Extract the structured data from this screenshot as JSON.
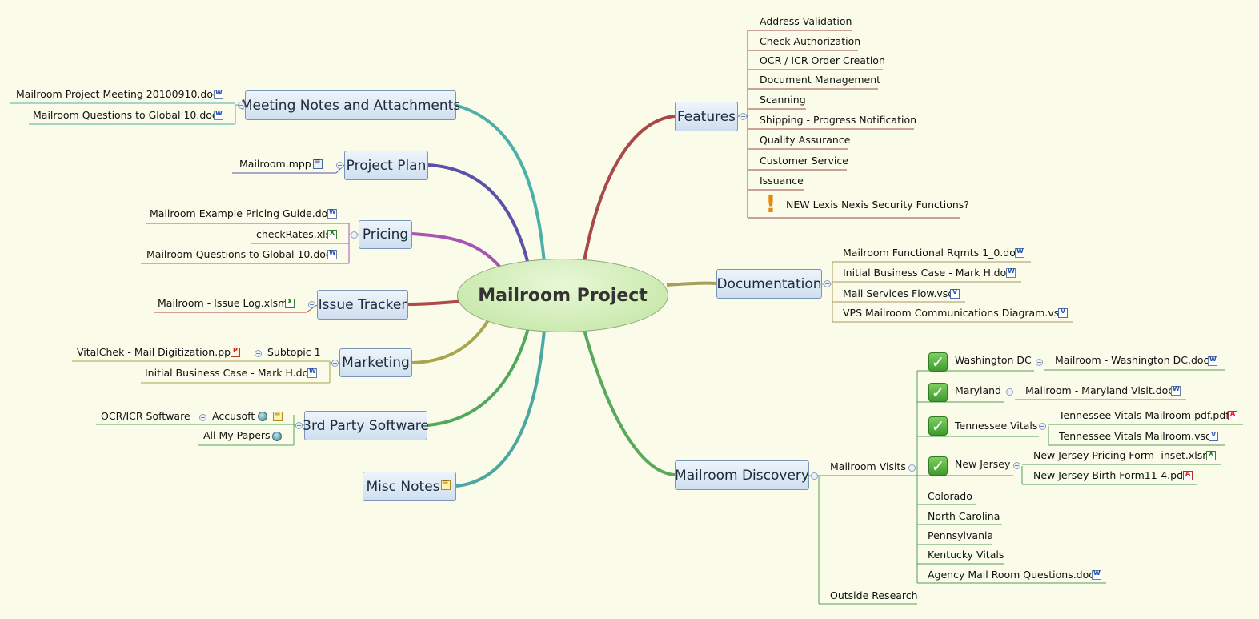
{
  "central": "Mailroom Project",
  "left": {
    "meeting_notes": {
      "title": "Meeting Notes and Attachments",
      "items": [
        "Mailroom Project Meeting 20100910.doc",
        "Mailroom Questions to Global 10.doc"
      ]
    },
    "project_plan": {
      "title": "Project Plan",
      "items": [
        "Mailroom.mpp"
      ]
    },
    "pricing": {
      "title": "Pricing",
      "items": [
        "Mailroom Example Pricing Guide.doc",
        "checkRates.xls",
        "Mailroom Questions to Global 10.doc"
      ]
    },
    "issue_tracker": {
      "title": "Issue Tracker",
      "items": [
        "Mailroom - Issue Log.xlsm"
      ]
    },
    "marketing": {
      "title": "Marketing",
      "items": [
        "VitalChek - Mail Digitization.ppt",
        "Initial Business Case - Mark H.doc"
      ],
      "subtopic": "Subtopic 1"
    },
    "third_party": {
      "title": "3rd Party Software",
      "accusoft": "Accusoft",
      "ocr": "OCR/ICR Software",
      "all_my_papers": "All My Papers"
    },
    "misc_notes": {
      "title": "Misc Notes"
    }
  },
  "right": {
    "features": {
      "title": "Features",
      "items": [
        "Address Validation",
        "Check Authorization",
        "OCR / ICR Order Creation",
        "Document Management",
        "Scanning",
        "Shipping - Progress Notification",
        "Quality Assurance",
        "Customer Service",
        "Issuance"
      ],
      "flagged": "NEW Lexis Nexis Security Functions?"
    },
    "documentation": {
      "title": "Documentation",
      "items": [
        "Mailroom Functional Rqmts 1_0.doc",
        "Initial Business Case - Mark H.doc",
        "Mail Services Flow.vsd",
        "VPS Mailroom Communications Diagram.vsd"
      ]
    },
    "discovery": {
      "title": "Mailroom Discovery",
      "visits_label": "Mailroom Visits",
      "outside_research": "Outside Research",
      "states": {
        "washington": "Washington DC",
        "maryland": "Maryland",
        "tennessee": "Tennessee Vitals",
        "new_jersey": "New Jersey",
        "colorado": "Colorado",
        "north_carolina": "North Carolina",
        "pennsylvania": "Pennsylvania",
        "kentucky": "Kentucky Vitals",
        "agency": "Agency Mail Room Questions.doc"
      },
      "files": {
        "washington_doc": "Mailroom - Washington DC.doc",
        "maryland_doc": "Mailroom - Maryland Visit.doc",
        "tn_pdf": "Tennessee Vitals Mailroom pdf.pdf",
        "tn_vsd": "Tennessee Vitals Mailroom.vsd",
        "nj_xlsm": "New Jersey Pricing Form -inset.xlsm",
        "nj_pdf": "New Jersey Birth Form11-4.pdf"
      }
    }
  },
  "colors": {
    "meeting": "#4bb0a8",
    "plan": "#5a52a8",
    "pricing": "#a655b0",
    "issue": "#b04a48",
    "marketing": "#a8a64a",
    "third": "#52a85a",
    "misc": "#4ba8a0",
    "features": "#a84848",
    "documentation": "#a8a05a",
    "discovery": "#5aa85a",
    "underline_features": "#9a4a4a",
    "underline_doc": "#a89a5a",
    "underline_disc": "#5a9a5a"
  }
}
